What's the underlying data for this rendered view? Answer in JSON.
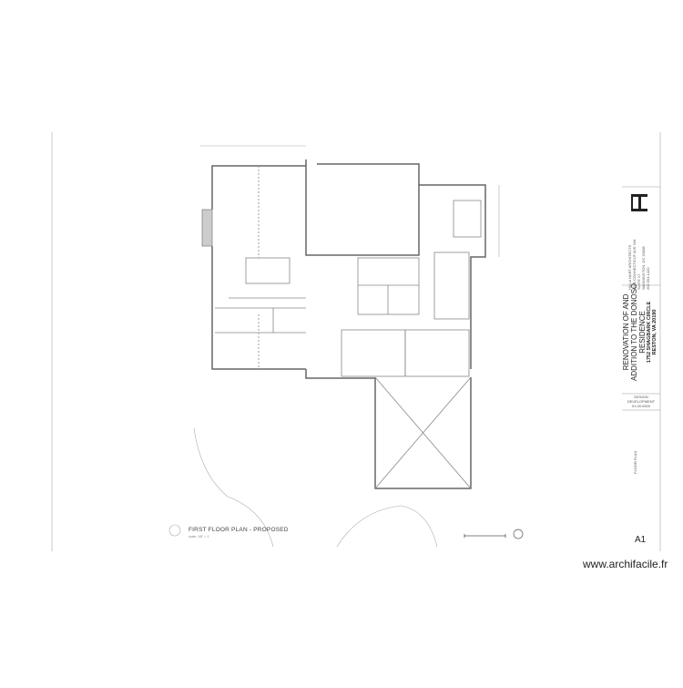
{
  "sheet": {
    "plan_title": "FIRST FLOOR PLAN - PROPOSED",
    "plan_scale": "scale: 1/8\" = 1'",
    "sheet_number": "A1",
    "title_block": {
      "logo": "H",
      "firm_lines": [
        "HILLA HART ARCHITECTS",
        "3000 CONNECTICUT AVE NW",
        "SUITE 17",
        "WASHINGTON, DC 20008",
        "202.554.1420"
      ],
      "project_title_lines": [
        "RENOVATION OF AND",
        "ADDITION TO THE DONOSO",
        "RESIDENCE"
      ],
      "address_lines": [
        "1752 SHAGBARK CIRCLE",
        "RESTON, VA 20190"
      ],
      "phase_lines": [
        "DESIGN",
        "DEVELOPMENT",
        "01.00.0000"
      ],
      "drawing_name": "FLOOR PLAN"
    }
  },
  "watermark": "www.archifacile.fr",
  "colors": {
    "wall": "#666666",
    "line": "#999999",
    "text": "#222222"
  }
}
